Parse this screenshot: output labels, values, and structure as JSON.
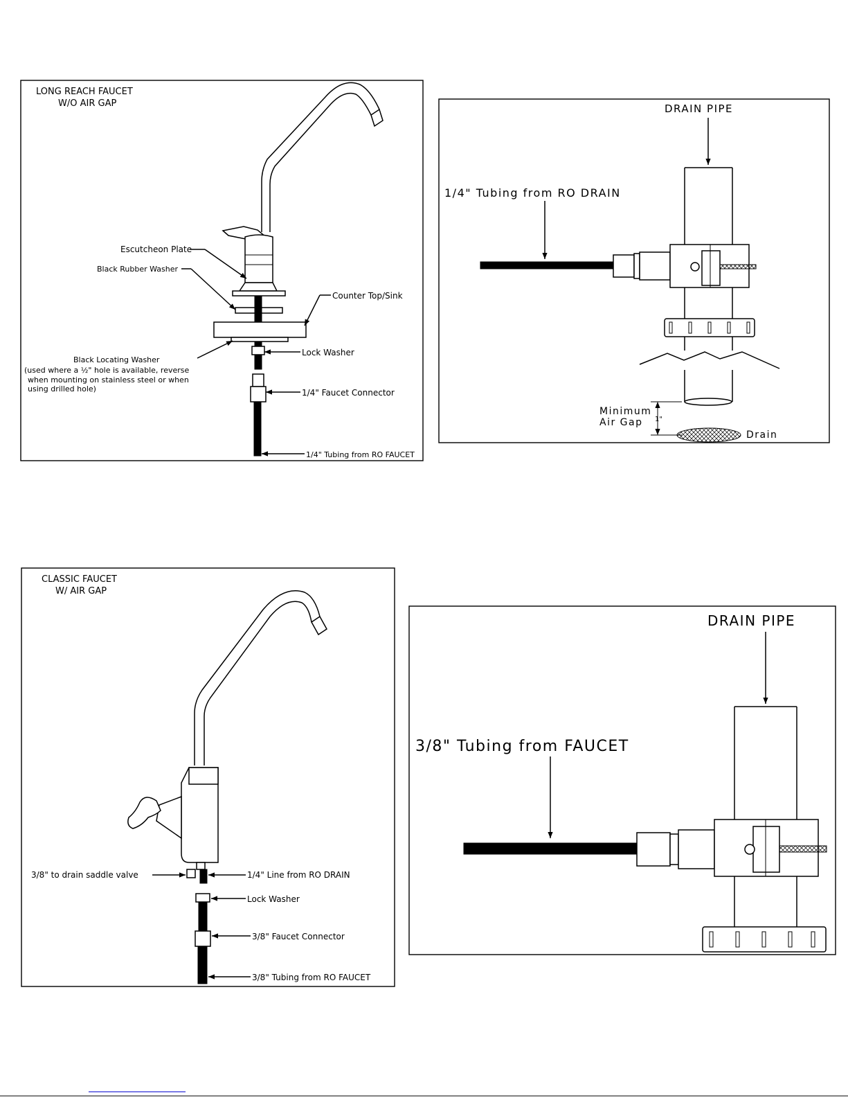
{
  "panel_long_reach": {
    "title_line1": "LONG REACH FAUCET",
    "title_line2": "W/O AIR GAP",
    "escutcheon_plate": "Escutcheon Plate",
    "black_rubber_washer": "Black Rubber Washer",
    "counter_top_sink": "Counter Top/Sink",
    "black_locating_washer": "Black Locating Washer",
    "note_line1": "(used where a ½\" hole is available, reverse",
    "note_line2": "when mounting on stainless steel or when",
    "note_line3": "using drilled hole)",
    "lock_washer": "Lock Washer",
    "faucet_connector": "1/4\" Faucet Connector",
    "tubing": "1/4\" Tubing from RO FAUCET"
  },
  "panel_drain_small": {
    "drain_pipe": "DRAIN PIPE",
    "tubing": "1/4\" Tubing from RO DRAIN",
    "minimum": "Minimum",
    "air_gap": "Air Gap",
    "gap_size": "1\"",
    "drain": "Drain"
  },
  "panel_classic": {
    "title_line1": "CLASSIC FAUCET",
    "title_line2": "W/ AIR GAP",
    "saddle_valve": "3/8\" to drain saddle valve",
    "ro_drain_line": "1/4\" Line from RO DRAIN",
    "lock_washer": "Lock Washer",
    "faucet_connector": "3/8\" Faucet Connector",
    "tubing": "3/8\" Tubing from RO FAUCET"
  },
  "panel_drain_large": {
    "drain_pipe": "DRAIN PIPE",
    "tubing": "3/8\" Tubing from FAUCET"
  }
}
